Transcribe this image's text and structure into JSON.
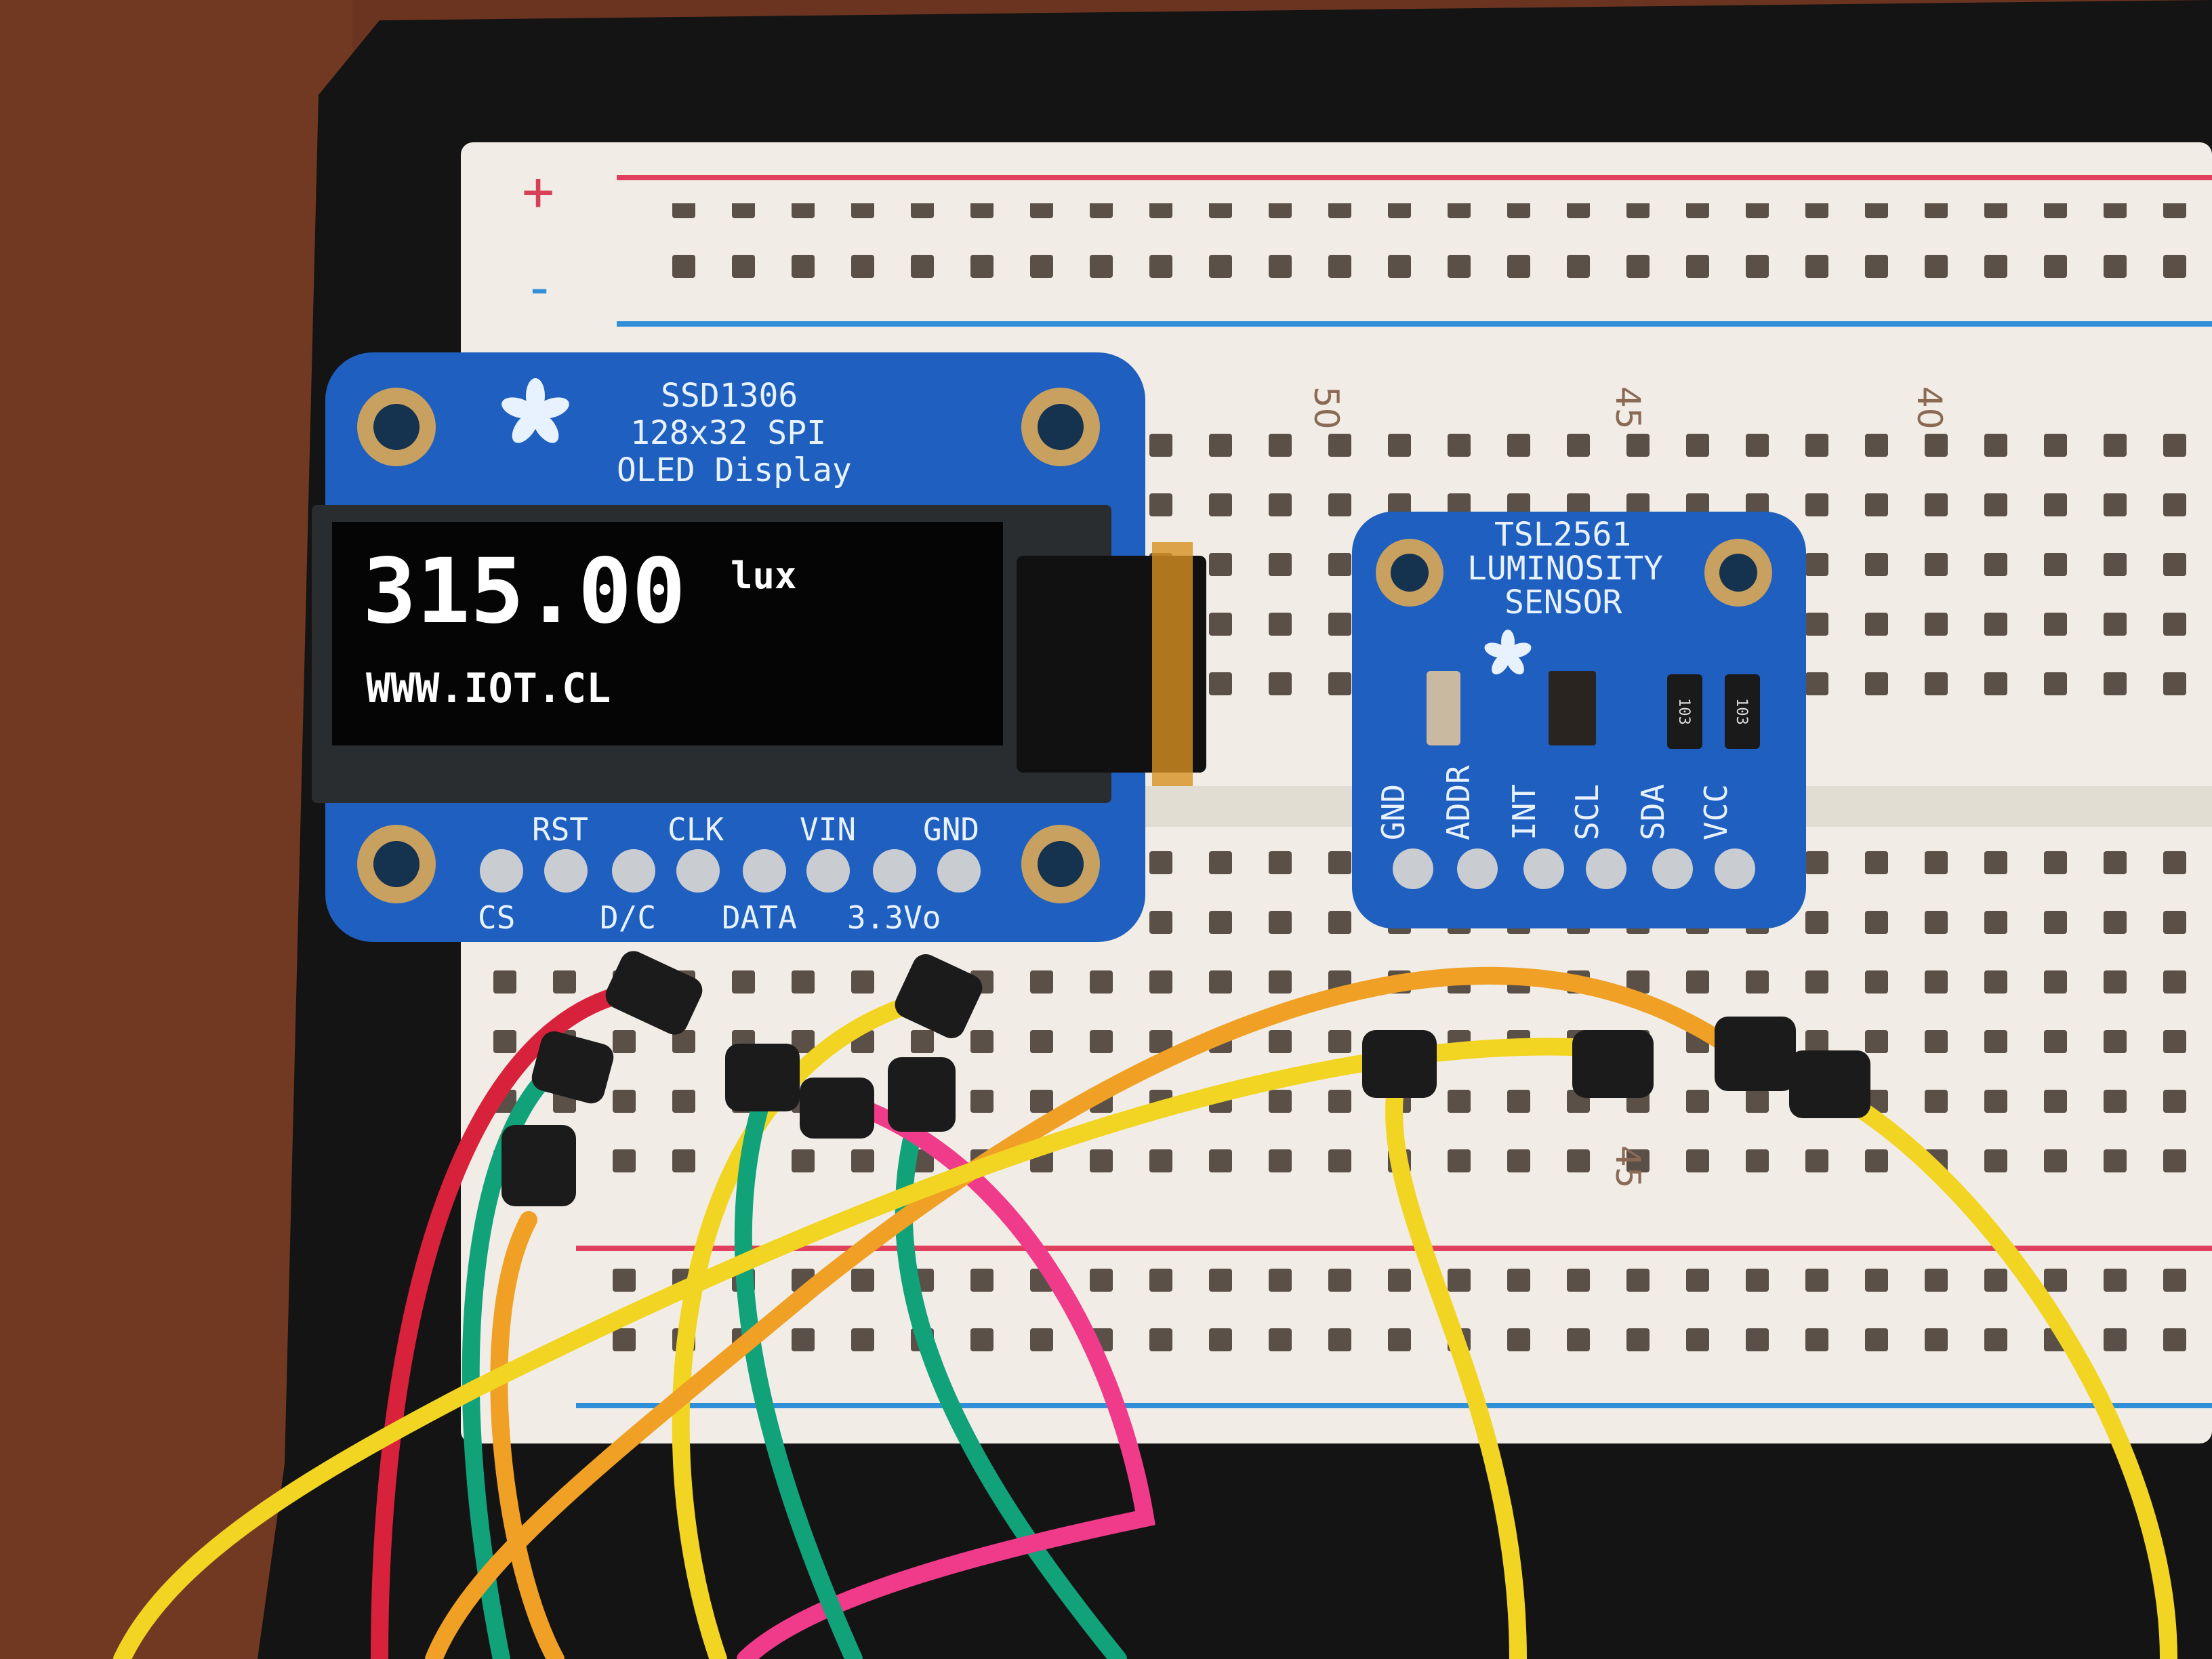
{
  "oled_board": {
    "title_line1": "SSD1306",
    "title_line2": "128x32 SPI",
    "title_line3": "OLED Display",
    "pins_top": [
      "RST",
      "CLK",
      "VIN",
      "GND"
    ],
    "pins_bottom": [
      "CS",
      "D/C",
      "DATA",
      "3.3Vo"
    ]
  },
  "oled_screen": {
    "reading": "315.00",
    "unit": "lux",
    "url": "WWW.IOT.CL"
  },
  "sensor_board": {
    "title_line1": "TSL2561",
    "title_line2": "LUMINOSITY",
    "title_line3": "SENSOR",
    "pins": [
      "GND",
      "ADDR",
      "INT",
      "SCL",
      "SDA",
      "VCC"
    ],
    "resistor_marks": [
      "103",
      "103"
    ]
  },
  "breadboard": {
    "rail_plus": "+",
    "rail_minus": "-",
    "column_numbers": [
      "50",
      "45",
      "40"
    ],
    "column_numbers_lower": [
      "45"
    ]
  },
  "colors": {
    "table_wood": "#6b3420",
    "pcb_blue": "#1f5fbf",
    "breadboard": "#f1ede6",
    "wire_red": "#d8213a",
    "wire_green": "#12a27a",
    "wire_yellow": "#f2d422",
    "wire_orange": "#f0a024",
    "wire_pink": "#f03a8a"
  }
}
